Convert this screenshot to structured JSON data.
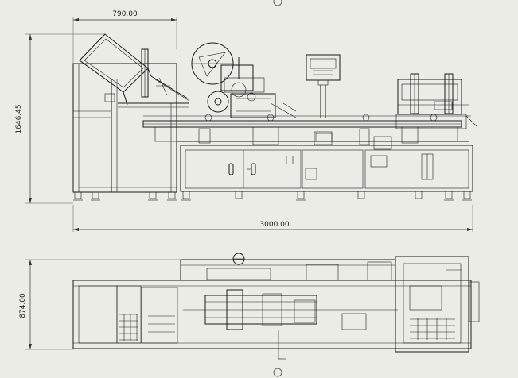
{
  "dimensions": {
    "frame_width": "790.00",
    "overall_height": "1646.45",
    "overall_length": "3000.00",
    "overall_depth": "874.00"
  },
  "colors": {
    "background": "#ecece6",
    "line": "#1a1a1a",
    "dimension": "#333333"
  }
}
